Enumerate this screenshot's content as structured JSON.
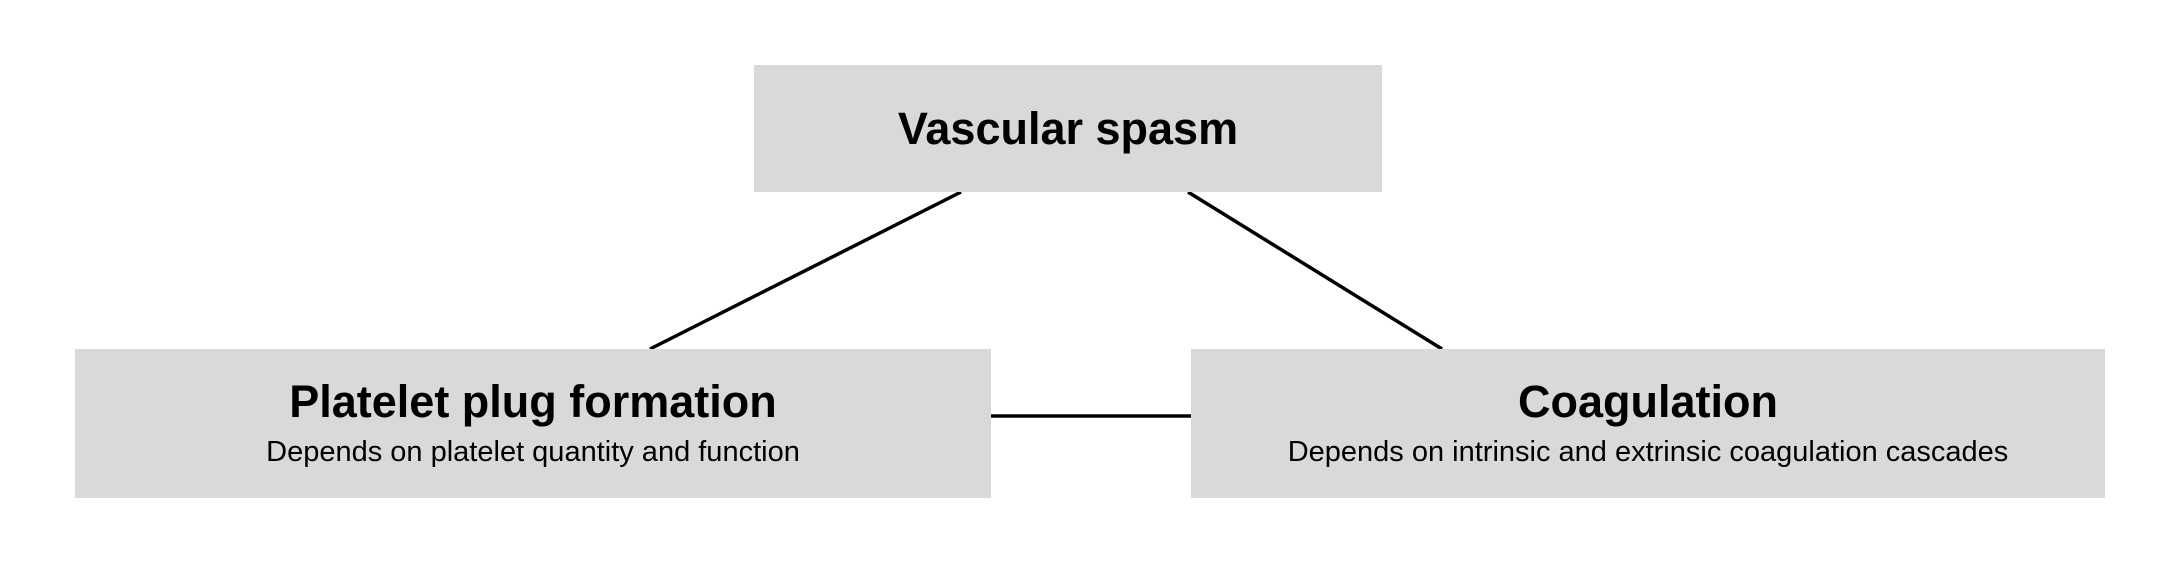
{
  "diagram": {
    "nodes": {
      "top": {
        "title": "Vascular spasm"
      },
      "left": {
        "title": "Platelet plug formation",
        "description": "Depends on platelet quantity and function"
      },
      "right": {
        "title": "Coagulation",
        "description": "Depends on intrinsic and extrinsic coagulation cascades"
      }
    },
    "edges": [
      {
        "from": "top",
        "to": "left"
      },
      {
        "from": "top",
        "to": "right"
      },
      {
        "from": "left",
        "to": "right"
      }
    ],
    "colors": {
      "box_fill": "#d9d9d9",
      "line": "#000000",
      "text": "#000000"
    }
  }
}
